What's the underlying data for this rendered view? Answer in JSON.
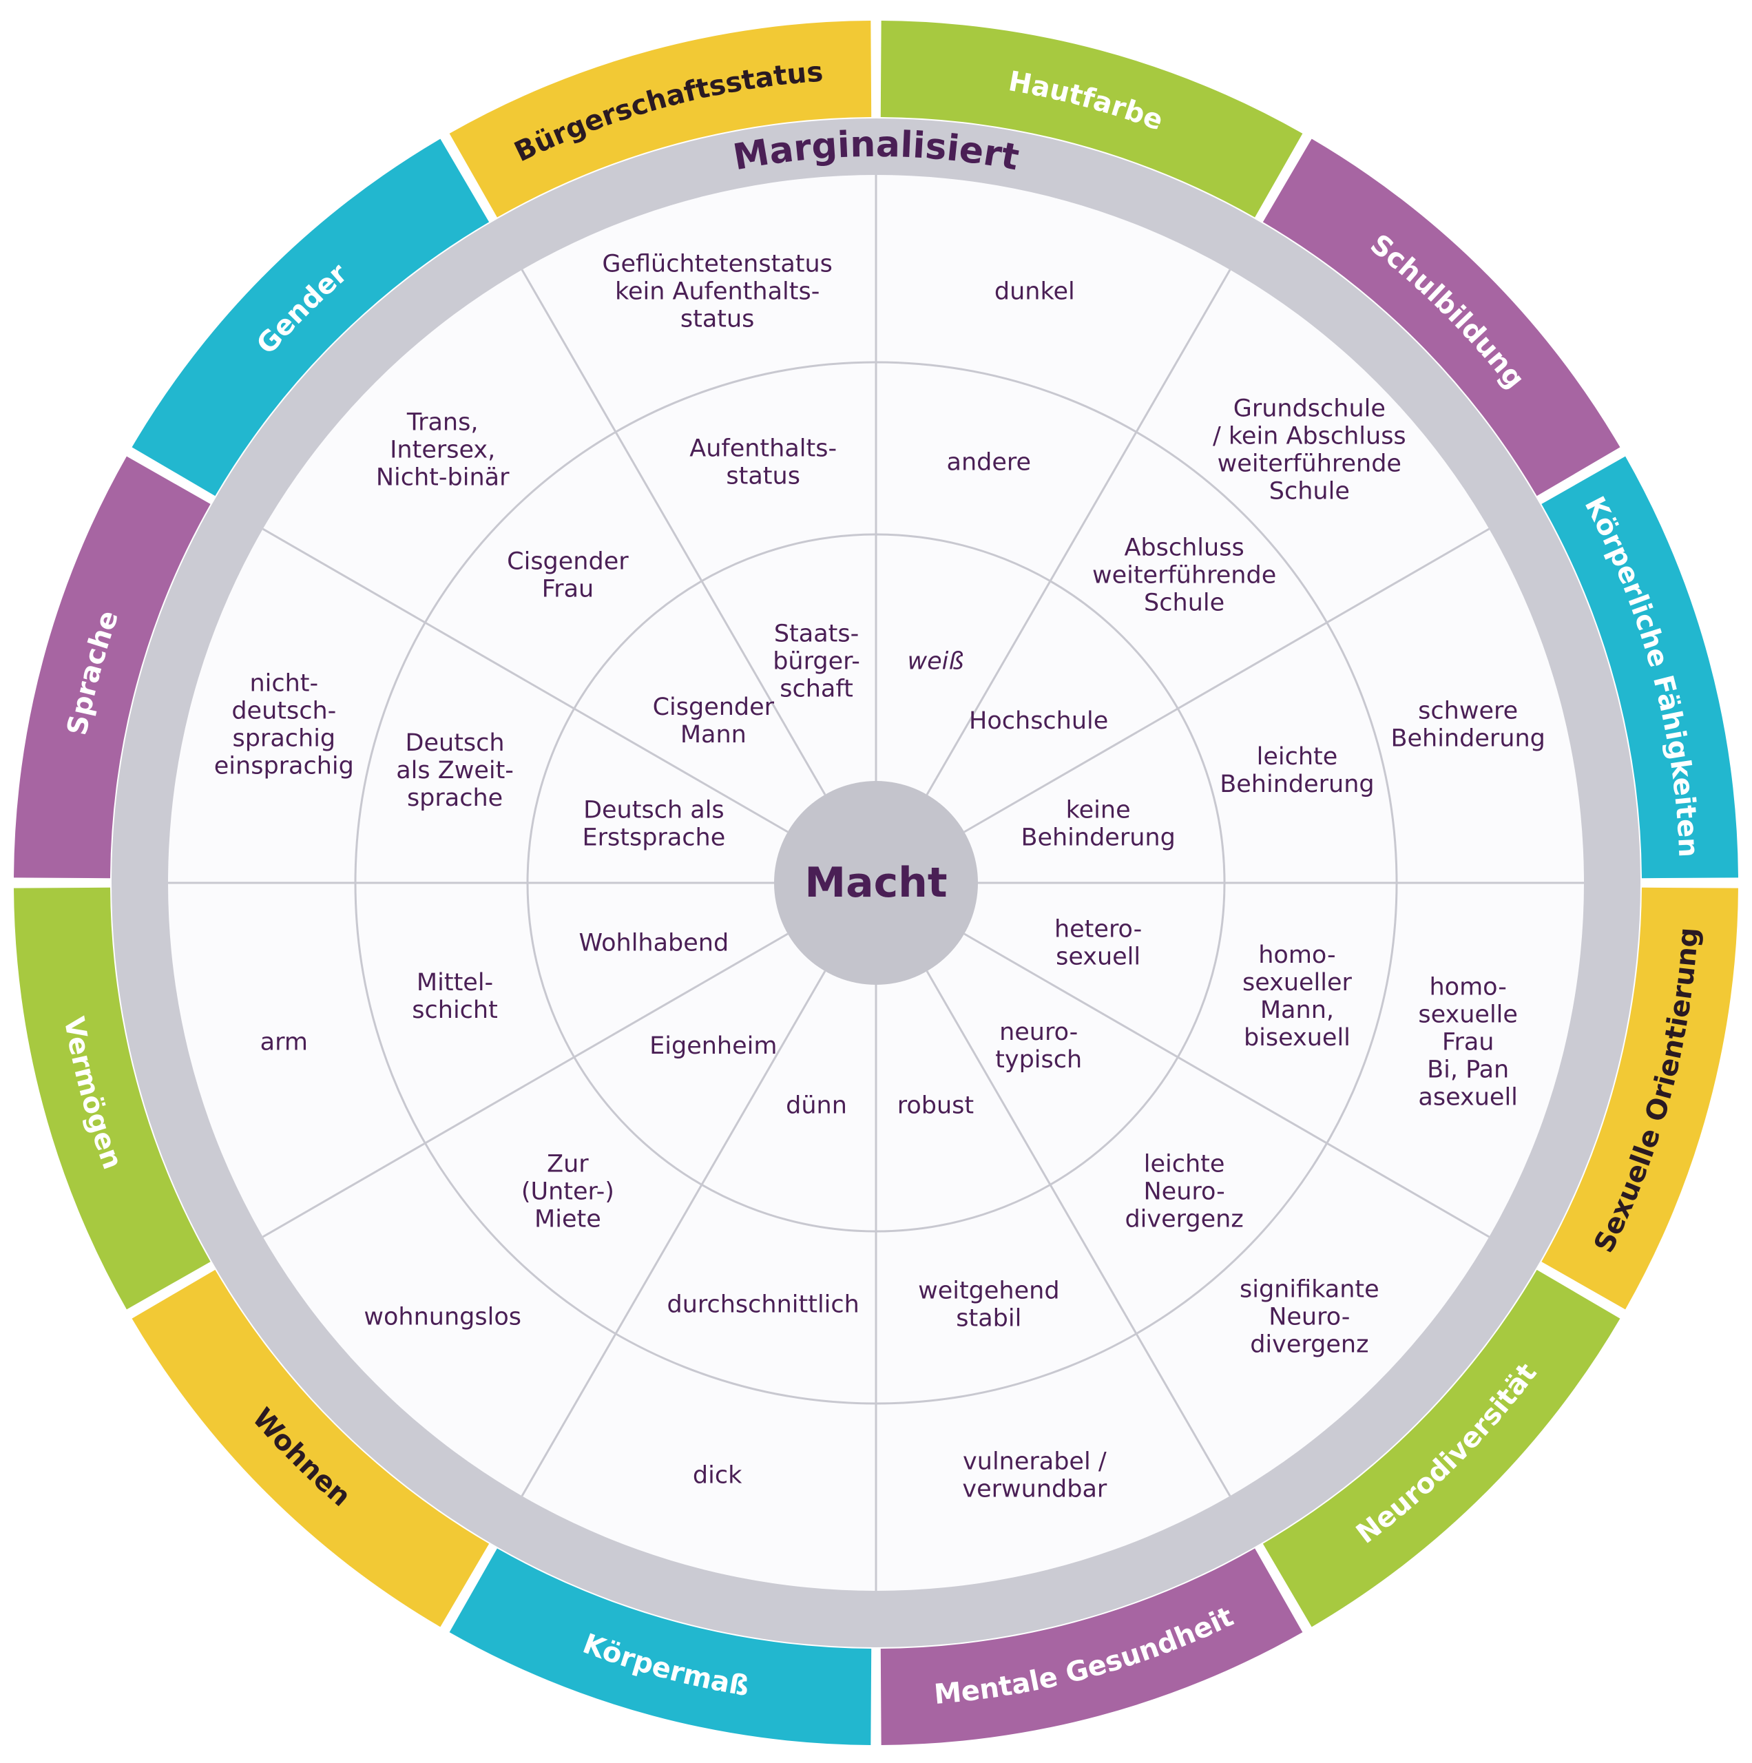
{
  "center": {
    "label": "Macht"
  },
  "outer_heading": {
    "label": "Marginalisiert"
  },
  "colors": {
    "yellow": "#f2c935",
    "green": "#a7c940",
    "purple": "#a765a2",
    "cyan": "#22b7cf",
    "ring_gray": "#cbcbd3",
    "center_gray": "#c4c4cc",
    "divider": "#c8c8d0",
    "text_purple": "#4a1f55",
    "field": "#fbfbfd"
  },
  "sectors": [
    {
      "category": "Hautfarbe",
      "color": "green",
      "text_color": "white",
      "rings": [
        "weiß",
        "andere",
        "dunkel"
      ],
      "italic_inner": true
    },
    {
      "category": "Schulbildung",
      "color": "purple",
      "text_color": "white",
      "rings": [
        "Hochschule",
        "Abschluss\nweiterführende\nSchule",
        "Grundschule\n/ kein Abschluss\nweiterführende\nSchule"
      ]
    },
    {
      "category": "Körperliche Fähigkeiten",
      "color": "cyan",
      "text_color": "white",
      "rings": [
        "keine\nBehinderung",
        "leichte\nBehinderung",
        "schwere\nBehinderung"
      ]
    },
    {
      "category": "Sexuelle Orientierung",
      "color": "yellow",
      "text_color": "dark",
      "rings": [
        "hetero-\nsexuell",
        "homo-\nsexueller\nMann,\nbisexuell",
        "homo-\nsexuelle\nFrau\nBi, Pan\nasexuell"
      ]
    },
    {
      "category": "Neurodiversität",
      "color": "green",
      "text_color": "white",
      "rings": [
        "neuro-\ntypisch",
        "leichte\nNeuro-\ndivergenz",
        "signifikante\nNeuro-\ndivergenz"
      ]
    },
    {
      "category": "Mentale Gesundheit",
      "color": "purple",
      "text_color": "white",
      "rings": [
        "robust",
        "weitgehend\nstabil",
        "vulnerabel /\nverwundbar"
      ]
    },
    {
      "category": "Körpermaß",
      "color": "cyan",
      "text_color": "white",
      "rings": [
        "dünn",
        "durchschnittlich",
        "dick"
      ]
    },
    {
      "category": "Wohnen",
      "color": "yellow",
      "text_color": "dark",
      "rings": [
        "Eigenheim",
        "Zur\n(Unter-)\nMiete",
        "wohnungslos"
      ]
    },
    {
      "category": "Vermögen",
      "color": "green",
      "text_color": "white",
      "rings": [
        "Wohlhabend",
        "Mittel-\nschicht",
        "arm"
      ]
    },
    {
      "category": "Sprache",
      "color": "purple",
      "text_color": "white",
      "rings": [
        "Deutsch als\nErstsprache",
        "Deutsch\nals Zweit-\nsprache",
        "nicht-\ndeutsch-\nsprachig\neinsprachig"
      ]
    },
    {
      "category": "Gender",
      "color": "cyan",
      "text_color": "white",
      "rings": [
        "Cisgender\nMann",
        "Cisgender\nFrau",
        "Trans,\nIntersex,\nNicht-binär"
      ]
    },
    {
      "category": "Bürgerschaftsstatus",
      "color": "yellow",
      "text_color": "dark",
      "rings": [
        "Staats-\nbürger-\nschaft",
        "Aufenthalts-\nstatus",
        "Geflüchtetenstatus\nkein Aufenthalts-\nstatus"
      ]
    }
  ]
}
